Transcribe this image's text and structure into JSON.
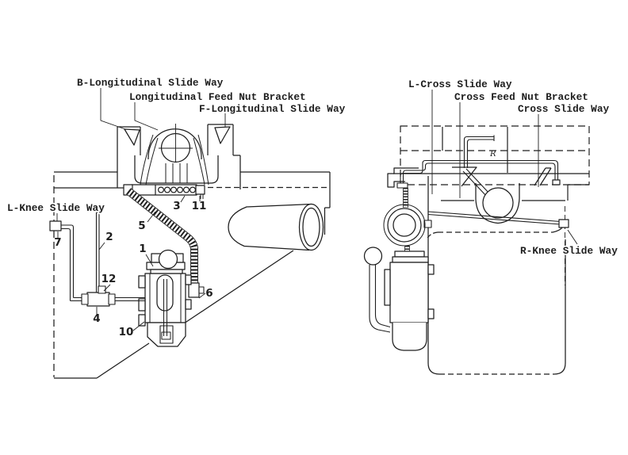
{
  "figure": {
    "bg": "#ffffff",
    "ink": "#1e1e1e",
    "description": "Machine tool lubrication diagram, front view (longitudinal) and side view (cross)"
  },
  "left_view": {
    "labels": {
      "b_longitudinal": "B-Longitudinal Slide Way",
      "feed_nut": "Longitudinal Feed Nut Bracket",
      "f_longitudinal": "F-Longitudinal Slide Way",
      "l_knee": "L-Knee Slide Way"
    },
    "callouts": {
      "n1": "1",
      "n2": "2",
      "n3": "3",
      "n4": "4",
      "n5": "5",
      "n6": "6",
      "n7": "7",
      "n10": "10",
      "n11": "11",
      "n12": "12"
    }
  },
  "right_view": {
    "labels": {
      "l_cross": "L-Cross Slide Way",
      "cross_feed": "Cross Feed Nut Bracket",
      "cross_slide": "Cross Slide Way",
      "r_knee": "R-Knee Slide Way",
      "pipe_marker": "R"
    }
  }
}
